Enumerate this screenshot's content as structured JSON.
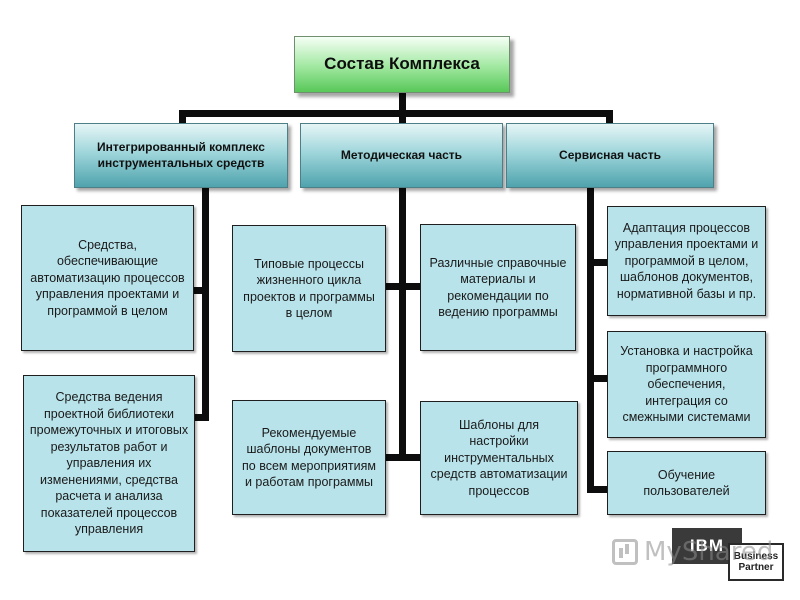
{
  "root": {
    "title": "Состав Комплекса"
  },
  "headers": [
    {
      "label": "Интегрированный комплекс инструментальных средств"
    },
    {
      "label": "Методическая часть"
    },
    {
      "label": "Сервисная часть"
    }
  ],
  "left": [
    {
      "text": "Средства, обеспечивающие автоматизацию процессов управления проектами и программой в целом"
    },
    {
      "text": "Средства ведения проектной библиотеки промежуточных и итоговых результатов работ и управления их изменениями, средства расчета и анализа показателей процессов управления"
    }
  ],
  "middle": [
    {
      "text": "Типовые процессы жизненного цикла проектов и программы в целом"
    },
    {
      "text": "Различные справочные материалы и рекомендации по ведению программы"
    },
    {
      "text": "Рекомендуемые шаблоны документов по всем мероприятиям и работам программы"
    },
    {
      "text": "Шаблоны для настройки инструментальных средств автоматизации процессов"
    }
  ],
  "right": [
    {
      "text": "Адаптация процессов управления проектами и программой в целом, шаблонов документов, нормативной базы и пр."
    },
    {
      "text": "Установка и настройка программного обеспечения, интеграция со смежными системами"
    },
    {
      "text": "Обучение пользователей"
    }
  ],
  "branding": {
    "watermark": "MyShared",
    "partner_logo": "IBM",
    "partner_line1": "Business",
    "partner_line2": "Partner"
  },
  "colors": {
    "root_green": "#58c858",
    "header_teal": "#4fa3ad",
    "leaf_blue": "#b8e3ea",
    "connector": "#0d0d0d"
  }
}
